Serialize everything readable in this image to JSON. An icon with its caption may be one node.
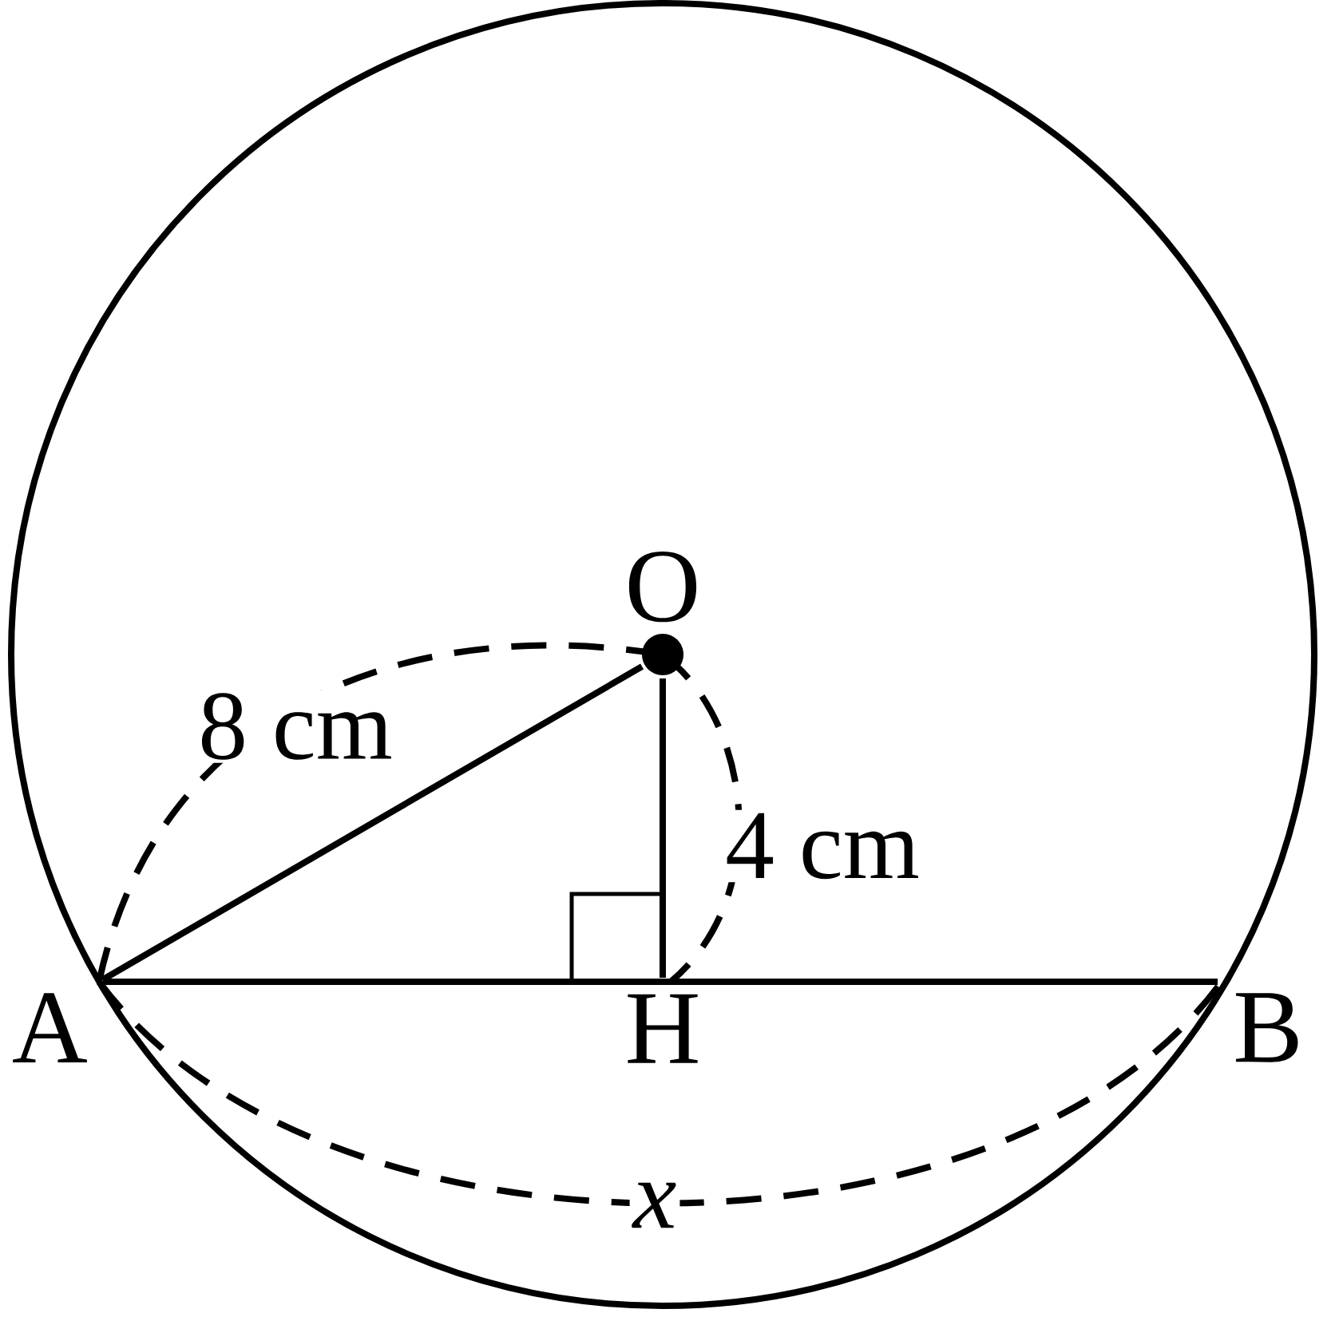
{
  "diagram": {
    "nodes": [
      {
        "text": [
          "O"
        ]
      },
      {
        "text": [
          "A"
        ]
      },
      {
        "text": [
          "H"
        ]
      },
      {
        "text": [
          "B"
        ]
      }
    ],
    "edges": [
      {
        "from": 1,
        "to": 0,
        "arrow": "none"
      },
      {
        "from": 0,
        "to": 2,
        "arrow": "none"
      },
      {
        "from": 1,
        "to": 3,
        "arrow": "none"
      }
    ],
    "labels": [
      "8 cm",
      "4 cm",
      "x"
    ]
  }
}
